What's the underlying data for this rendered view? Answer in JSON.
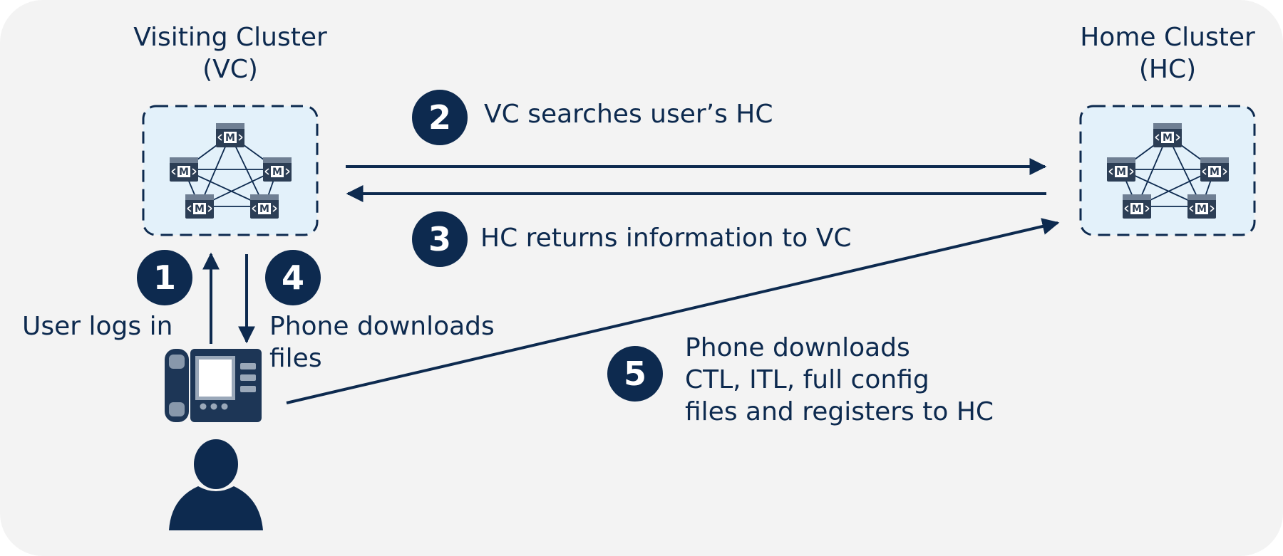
{
  "visiting_cluster": {
    "title_line1": "Visiting Cluster",
    "title_line2": "(VC)"
  },
  "home_cluster": {
    "title_line1": "Home Cluster",
    "title_line2": "(HC)"
  },
  "server_icon_letter": "M",
  "steps": [
    {
      "number": "1",
      "text_lines": [
        "User logs in"
      ]
    },
    {
      "number": "2",
      "text_lines": [
        "VC searches user’s HC"
      ]
    },
    {
      "number": "3",
      "text_lines": [
        "HC returns information to VC"
      ]
    },
    {
      "number": "4",
      "text_lines": [
        "Phone downloads",
        "files"
      ]
    },
    {
      "number": "5",
      "text_lines": [
        "Phone downloads",
        "CTL, ITL, full config",
        "files and registers to HC"
      ]
    }
  ],
  "icons": [
    "cluster-server-icon",
    "ip-phone-icon",
    "user-icon"
  ],
  "colors": {
    "navy": "#0d2a4f",
    "background": "#f3f3f3",
    "cluster_fill": "#e3f1fa"
  }
}
